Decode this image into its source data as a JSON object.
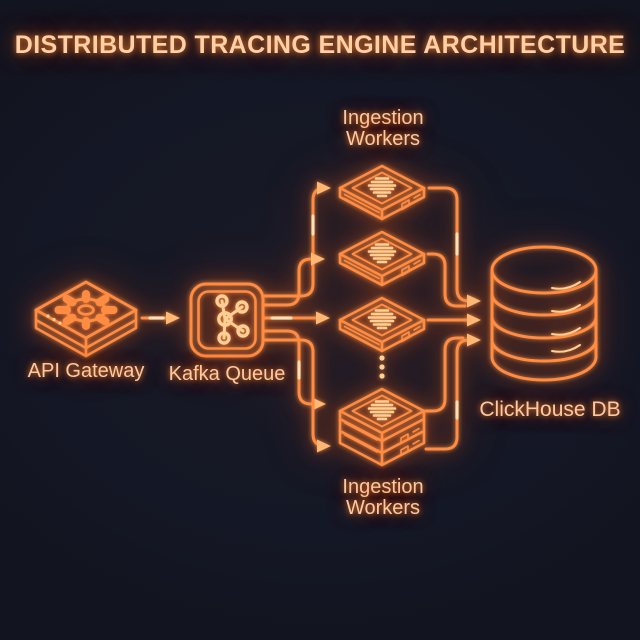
{
  "title": "DISTRIBUTED TRACING ENGINE ARCHITECTURE",
  "colors": {
    "background": "#141725",
    "line": "#ff8c42",
    "bright_detail": "#ffcf96",
    "arrowhead": "#ffb873",
    "label_text": "#ffc9a0",
    "title_text": "#ffd0a6"
  },
  "nodes": {
    "api_gateway": {
      "label": "API Gateway",
      "icon": "gear-server-box-icon"
    },
    "kafka_queue": {
      "label": "Kafka Queue",
      "icon": "kafka-logo-icon"
    },
    "workers_top_label": {
      "lines": [
        "Ingestion",
        "Workers"
      ]
    },
    "workers_bottom_label": {
      "lines": [
        "Ingestion",
        "Workers"
      ]
    },
    "worker_boxes_shown": 3,
    "worker_stack_layers": 3,
    "more_workers_ellipsis": "⋮",
    "clickhouse_db": {
      "label": "ClickHouse DB",
      "icon": "database-cylinder-icon"
    }
  },
  "edges": [
    {
      "from": "API Gateway",
      "to": "Kafka Queue"
    },
    {
      "from": "Kafka Queue",
      "to": "Ingestion Worker 1"
    },
    {
      "from": "Kafka Queue",
      "to": "Ingestion Worker 2"
    },
    {
      "from": "Kafka Queue",
      "to": "Ingestion Worker 3"
    },
    {
      "from": "Kafka Queue",
      "to": "Ingestion Worker Stack (upper)"
    },
    {
      "from": "Kafka Queue",
      "to": "Ingestion Worker Stack (lower)"
    },
    {
      "from": "Ingestion Worker 1",
      "to": "ClickHouse DB"
    },
    {
      "from": "Ingestion Worker 2",
      "to": "ClickHouse DB"
    },
    {
      "from": "Ingestion Worker 3",
      "to": "ClickHouse DB"
    },
    {
      "from": "Ingestion Worker Stack",
      "to": "ClickHouse DB (upper merge)"
    },
    {
      "from": "Ingestion Worker Stack",
      "to": "ClickHouse DB (lower merge)"
    }
  ]
}
